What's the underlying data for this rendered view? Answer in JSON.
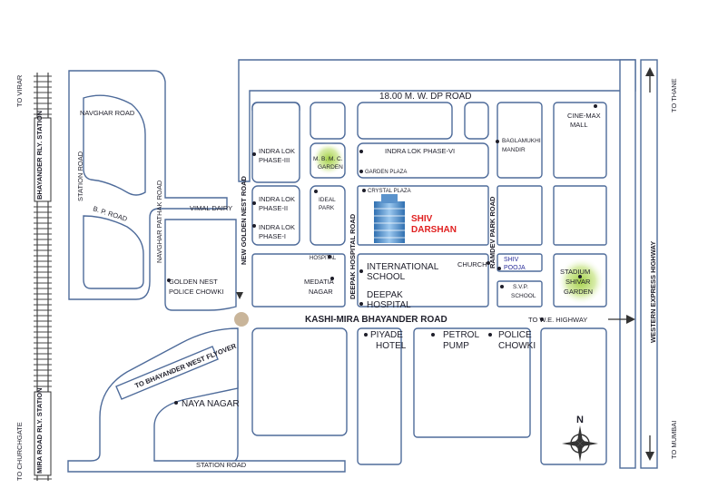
{
  "stations": {
    "bhayander": "BHAYANDER RLY. STATION",
    "mira_road": "MIRA ROAD RLY. STATION",
    "to_virar": "TO VIRAR",
    "to_churchgate": "TO CHURCHGATE"
  },
  "roads": {
    "dp_road": "18.00 M. W. DP ROAD",
    "navghar_road": "NAVGHAR ROAD",
    "station_road_left": "STATION ROAD",
    "navghar_pathak_road": "NAVGHAR PATHAK ROAD",
    "bp_road": "B. P. ROAD",
    "vimal_dairy": "VIMAL DAIRY",
    "new_golden_nest_road": "NEW GOLDEN NEST ROAD",
    "deepak_hospital_road": "DEEPAK HOSPITAL ROAD",
    "ramdev_park_road": "RAMDEV PARK ROAD",
    "kashi_mira_road": "KASHI-MIRA BHAYANDER ROAD",
    "to_we_highway": "TO W.E. HIGHWAY",
    "western_express_highway": "WESTERN EXPRESS HIGHWAY",
    "station_road_bottom": "STATION ROAD",
    "flyover": "TO BHAYANDER WEST FLYOVER",
    "to_thane": "TO THANE",
    "to_mumbai": "TO MUMBAI"
  },
  "places": {
    "indra_lok_3": [
      "INDRA LOK",
      "PHASE-III"
    ],
    "indra_lok_2": [
      "INDRA LOK",
      "PHASE-II"
    ],
    "indra_lok_1": [
      "INDRA LOK",
      "PHASE-I"
    ],
    "mbmc_garden": [
      "M. B. M. C.",
      "GARDEN"
    ],
    "garden_plaza": "GARDEN PLAZA",
    "indra_lok_6": "INDRA LOK PHASE-VI",
    "ideal_park": [
      "IDEAL",
      "PARK"
    ],
    "crystal_plaza": "CRYSTAL PLAZA",
    "shiv_darshan": [
      "SHIV",
      "DARSHAN"
    ],
    "baglamukhi": [
      "BAGLAMUKHI",
      "MANDIR"
    ],
    "cinemax": [
      "CINE-MAX",
      "MALL"
    ],
    "hospital": "HOSPITAL",
    "medatia": [
      "MEDATIA",
      "NAGAR"
    ],
    "intl_school": [
      "INTERNATIONAL",
      "SCHOOL"
    ],
    "deepak_hospital": [
      "DEEPAK",
      "HOSPITAL"
    ],
    "church": "CHURCH",
    "shiv_pooja": [
      "SHIV",
      "POOJA"
    ],
    "svp_school": [
      "S.V.P.",
      "SCHOOL"
    ],
    "stadium": [
      "STADIUM",
      "SHIVAR",
      "GARDEN"
    ],
    "golden_nest_chowki": [
      "GOLDEN NEST",
      "POLICE CHOWKI"
    ],
    "piyade_hotel": [
      "PIYADE",
      "HOTEL"
    ],
    "petrol_pump": [
      "PETROL",
      "PUMP"
    ],
    "police_chowki": [
      "POLICE",
      "CHOWKI"
    ],
    "naya_nagar": "NAYA NAGAR"
  },
  "compass": "N",
  "colors": {
    "road_outline": "#4e6b9a",
    "label": "#1e1e2a",
    "highlight": "#e02020",
    "green": "#9ccc3c",
    "link_blue": "#2b2f9a"
  }
}
